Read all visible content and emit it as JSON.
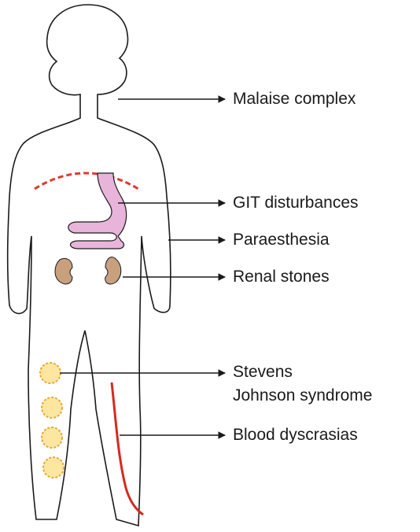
{
  "labels": {
    "malaise": "Malaise complex",
    "git": "GIT disturbances",
    "paraesthesia": "Paraesthesia",
    "renal": "Renal stones",
    "stevens_line1": "Stevens",
    "stevens_line2": "Johnson syndrome",
    "blood": "Blood dyscrasias"
  },
  "colors": {
    "outline": "#1a1a1a",
    "diaphragm": "#e03a2c",
    "stomach_fill": "#e8b4da",
    "kidney_fill": "#c9a07e",
    "lesion_fill": "#fde6a0",
    "lesion_stroke": "#e8a83a",
    "vein": "#d42a1e"
  }
}
